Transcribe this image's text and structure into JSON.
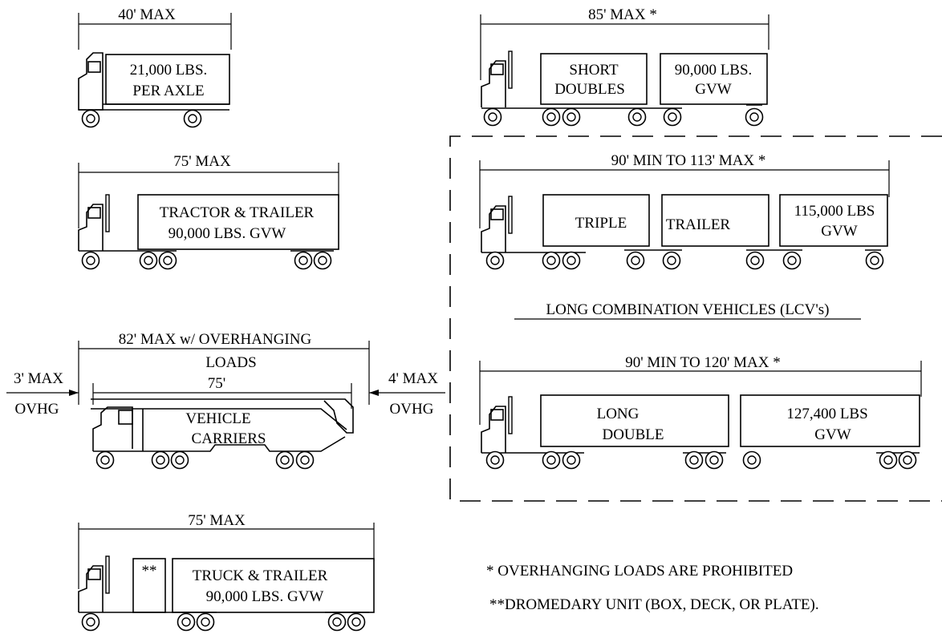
{
  "vehicles": {
    "single": {
      "dimension": "40' MAX",
      "line1": "21,000 LBS.",
      "line2": "PER  AXLE"
    },
    "tractor_trailer": {
      "dimension": "75' MAX",
      "line1": "TRACTOR & TRAILER",
      "line2": "90,000 LBS.  GVW"
    },
    "vehicle_carrier": {
      "dimension": "82' MAX w/ OVERHANGING",
      "dimension2": "LOADS",
      "inner_dimension": "75'",
      "front_overhang": "3' MAX",
      "front_overhang2": "OVHG",
      "rear_overhang": "4' MAX",
      "rear_overhang2": "OVHG",
      "line1": "VEHICLE",
      "line2": "CARRIERS"
    },
    "truck_trailer": {
      "dimension": "75' MAX",
      "dromedary_mark": "**",
      "line1": "TRUCK & TRAILER",
      "line2": "90,000 LBS.  GVW"
    },
    "short_doubles": {
      "dimension": "85' MAX *",
      "box1_line1": "SHORT",
      "box1_line2": "DOUBLES",
      "box2_line1": "90,000 LBS.",
      "box2_line2": "GVW"
    },
    "triple": {
      "dimension": "90' MIN  TO  113'  MAX *",
      "box1": "TRIPLE",
      "box2": "TRAILER",
      "box3_line1": "115,000 LBS",
      "box3_line2": "GVW"
    },
    "long_double": {
      "dimension": "90' MIN  TO  120'  MAX *",
      "box1_line1": "LONG",
      "box1_line2": "DOUBLE",
      "box2_line1": "127,400 LBS",
      "box2_line2": "GVW"
    }
  },
  "lcv_heading": "LONG COMBINATION VEHICLES (LCV's)",
  "notes": {
    "note1": "* OVERHANGING LOADS ARE PROHIBITED",
    "note2": "**DROMEDARY UNIT (BOX, DECK, OR PLATE)."
  }
}
